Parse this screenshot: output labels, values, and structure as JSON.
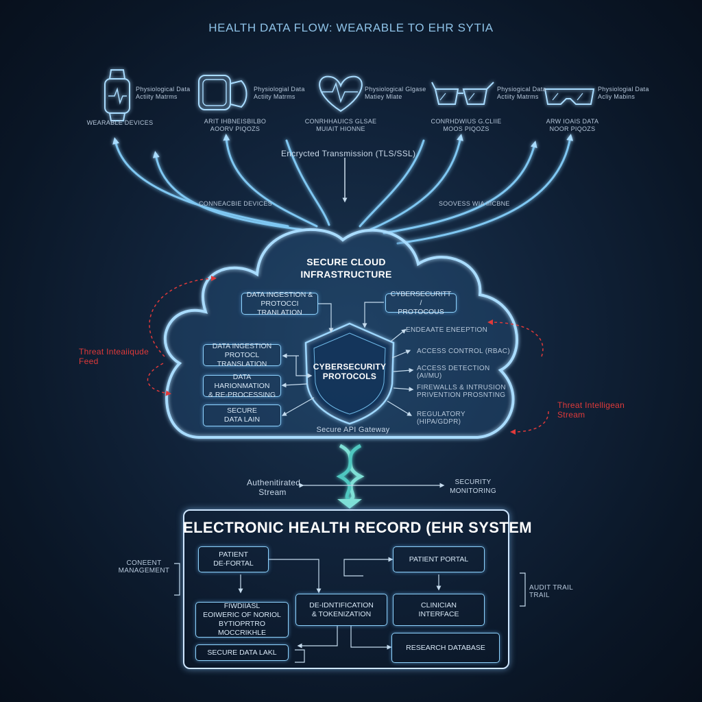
{
  "title": "HEALTH DATA FLOW: WEARABLE TO EHR SYTIA",
  "devices": [
    {
      "icon": "smartwatch-icon",
      "data": "Physiological Data\nActiity Matrms",
      "caption": "WEARABLE DEVICES"
    },
    {
      "icon": "fitness-band-icon",
      "data": "Physiologial Data\nActiity Matrms",
      "caption": "ARIT IHBNEISBILBO\nAOORV PIQOZS"
    },
    {
      "icon": "heart-monitor-icon",
      "data": "Physiological Glgase\nMatiey Mlate",
      "caption": "CONRHHAUICS GLSAE\nMUIAIT HIONNE"
    },
    {
      "icon": "smart-glasses-icon",
      "data": "Physiogical Data\nActiity Matrms",
      "caption": "CONRHDWIUS G.CLIIE\nMOOS PIQOZS"
    },
    {
      "icon": "vr-goggles-icon",
      "data": "Physiologial Data\nAcliy Mabins",
      "caption": "ARW IOAIS DATA\nNOOR PIQOZS"
    }
  ],
  "transmission": "Encrycted Transmission (TLS/SSL)",
  "connectable_devices": "CONNEACBIE DEVICES",
  "sources": "SOOVESS WIA IIICBNE",
  "cloud": {
    "title": "SECURE CLOUD\nINFRASTRUCTURE",
    "shield": "CYBERSECURITY\nPROTOCOLS",
    "gateway": "Secure API Gateway",
    "boxes": [
      "DATA INGESTION &\nPROTOCCI TRANLATION",
      "CYBERSECURITT /\nPROTOCOUS",
      "DATA INGESTION\nPROTOCL TRANSLATION",
      "DATA HARIONMATION\n& RE-PROCESSING",
      "SECURE\nDATA LAIN"
    ],
    "features": [
      "ENDEAATE ENEEPTION",
      "ACCESS CONTROL (RBAC)",
      "ACCESS DETECTION\n(AI/MU)",
      "FIREWALLS & INTRUSION\nPRIVENTION PROSNTING",
      "REGULATORY\n(HIPA/GDPR)"
    ]
  },
  "threat_left": "Threat Inteaiiqude\nFeed",
  "threat_right": "Threat Intelligean\nStream",
  "stream_left": "Authenitirated\nStream",
  "stream_right": "SECURITY\nMONITORING",
  "ehr": {
    "title": "ELECTRONIC HEALTH RECORD (EHR SYSTEM",
    "consent": "CONEENT\nMANAGEMENT",
    "audit": "AUDIT TRAIL\nTRAIL",
    "boxes": [
      "PATIENT\nDE-FORTAL",
      "PATIENT PORTAL",
      "DE-IDNTIFICATION\n& TOKENIZATION",
      "CLINICIAN\nINTERFACE",
      "FIWDIIASL\nEOIWERIC OF NORIOL\nBYTIOPRTRO MOCCRIKHLE",
      "SECURE DATA LAKL",
      "RESEARCH DATABASE"
    ]
  }
}
